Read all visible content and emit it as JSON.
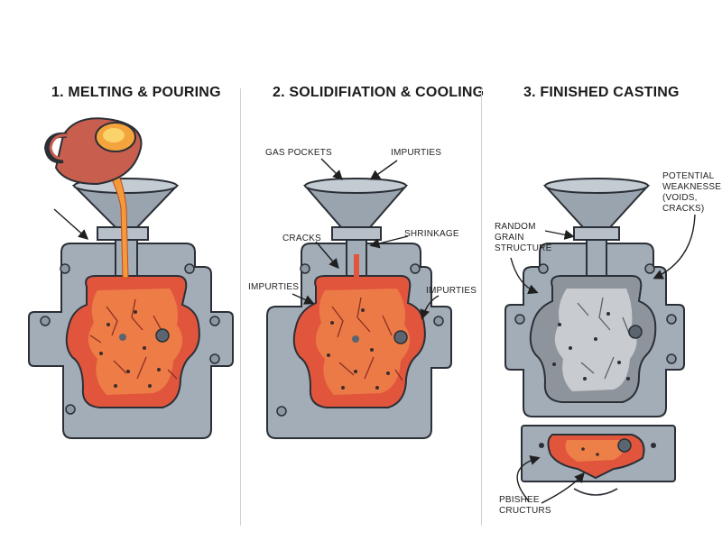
{
  "panels": [
    {
      "title": "1. MELTING & POURING"
    },
    {
      "title": "2. SOLIDIFIATION & COOLING",
      "labels": {
        "gas_pockets": "GAS POCKETS",
        "impurities_top": "IMPURTIES",
        "cracks": "CRACKS",
        "shrinkage": "SHRINKAGE",
        "impurities_left": "IMPURTIES",
        "impurities_right": "IMPURTIES"
      }
    },
    {
      "title": "3. FINISHED CASTING",
      "labels": {
        "potential_line1": "POTENTIAL",
        "potential_line2": "WEAKNESSES",
        "potential_line3": "(VOIDS,",
        "potential_line4": "CRACKS)",
        "random_line1": "RANDOM",
        "random_line2": "GRAIN",
        "random_line3": "STRUCTURE",
        "bottom_line1": "PBISHEE",
        "bottom_line2": "CRUCTURS"
      }
    }
  ],
  "colors": {
    "mold": "#a3adb8",
    "outline": "#2b2f36",
    "molten": "#e2553d",
    "molten_light": "#f08a4b",
    "pour": "#f39a3a",
    "ladle": "#c85f4e",
    "solid": "#8e949b",
    "solid_light": "#c8ccd0",
    "divider": "#c9d3da"
  }
}
